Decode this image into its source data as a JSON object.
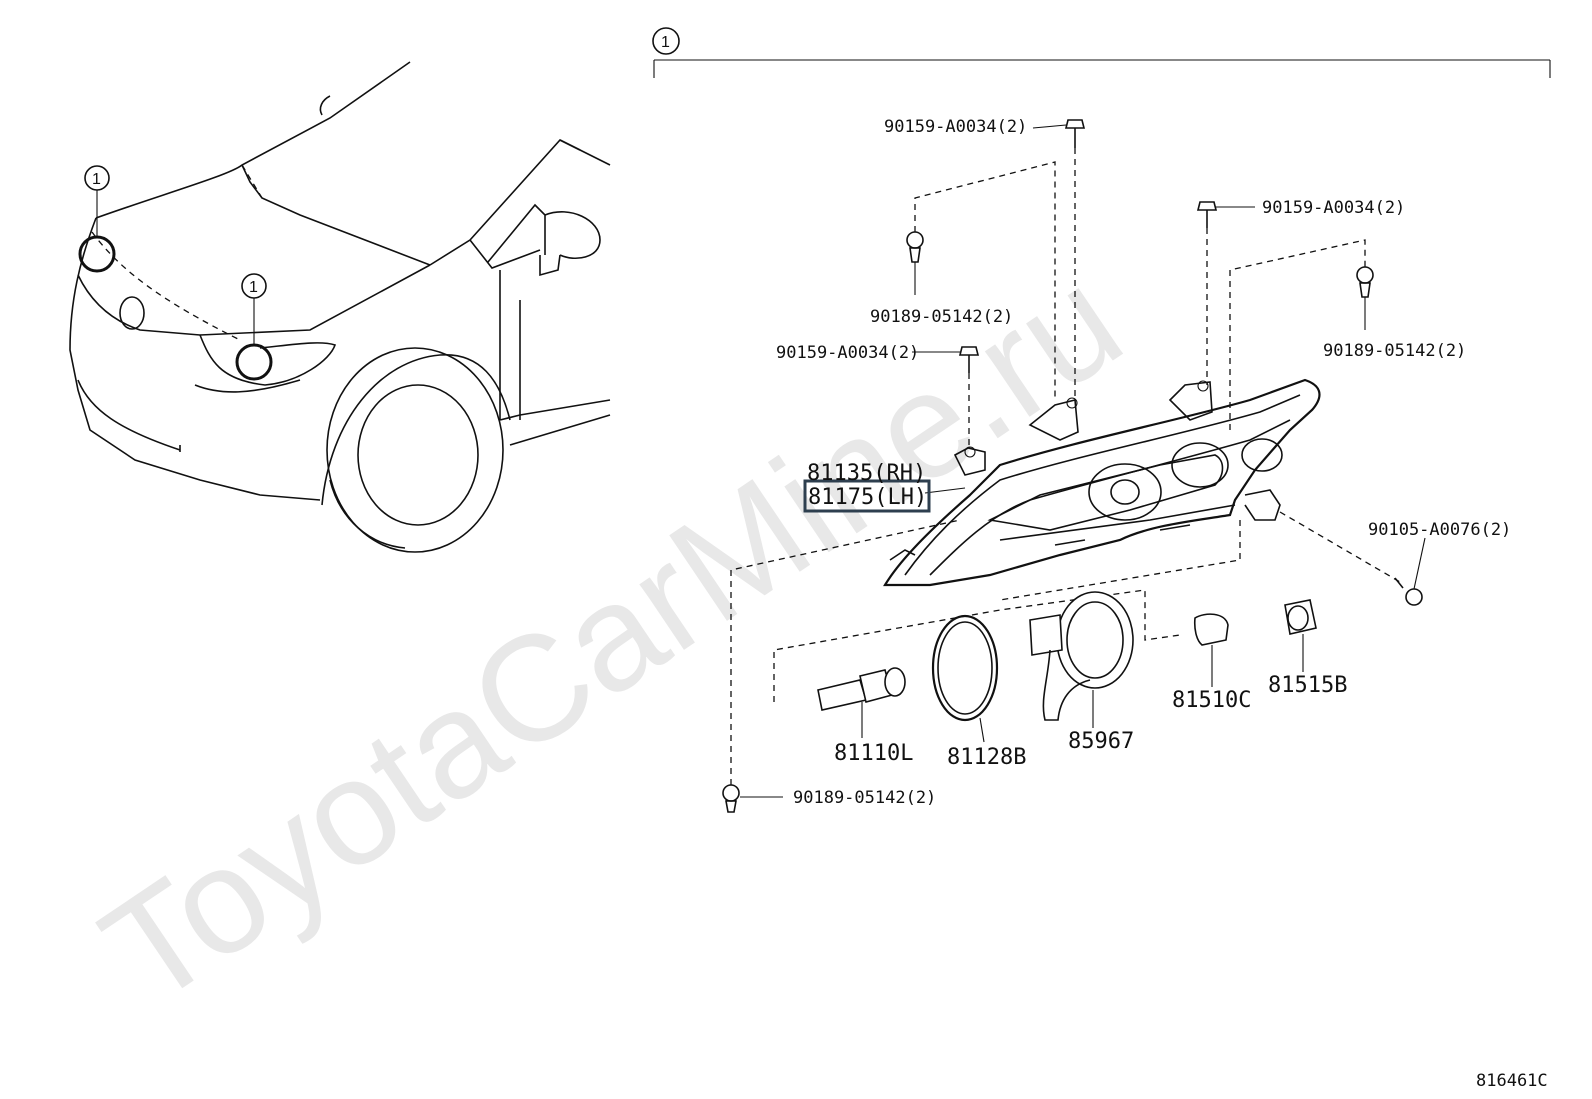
{
  "callout": {
    "left_upper": "1",
    "left_lower": "1",
    "assembly": "1"
  },
  "labels": {
    "bolt_top": "90159-A0034(2)",
    "bolt_right": "90159-A0034(2)",
    "clip_left": "90189-05142(2)",
    "clip_right": "90189-05142(2)",
    "bolt_mid": "90159-A0034(2)",
    "rh": "81135(RH)",
    "lh": "81175(LH)",
    "screw": "90105-A0076(2)",
    "bulb_hid": "81110L",
    "seal": "81128B",
    "igniter": "85967",
    "bulb_small": "81510C",
    "socket": "81515B",
    "clip_bottom": "90189-05142(2)"
  },
  "watermark": "ToyotaCarMine.ru",
  "diagram_id": "816461C",
  "colors": {
    "line": "#111111",
    "highlight_box": "#2e3f4f",
    "watermark": "#e6e6e6"
  }
}
